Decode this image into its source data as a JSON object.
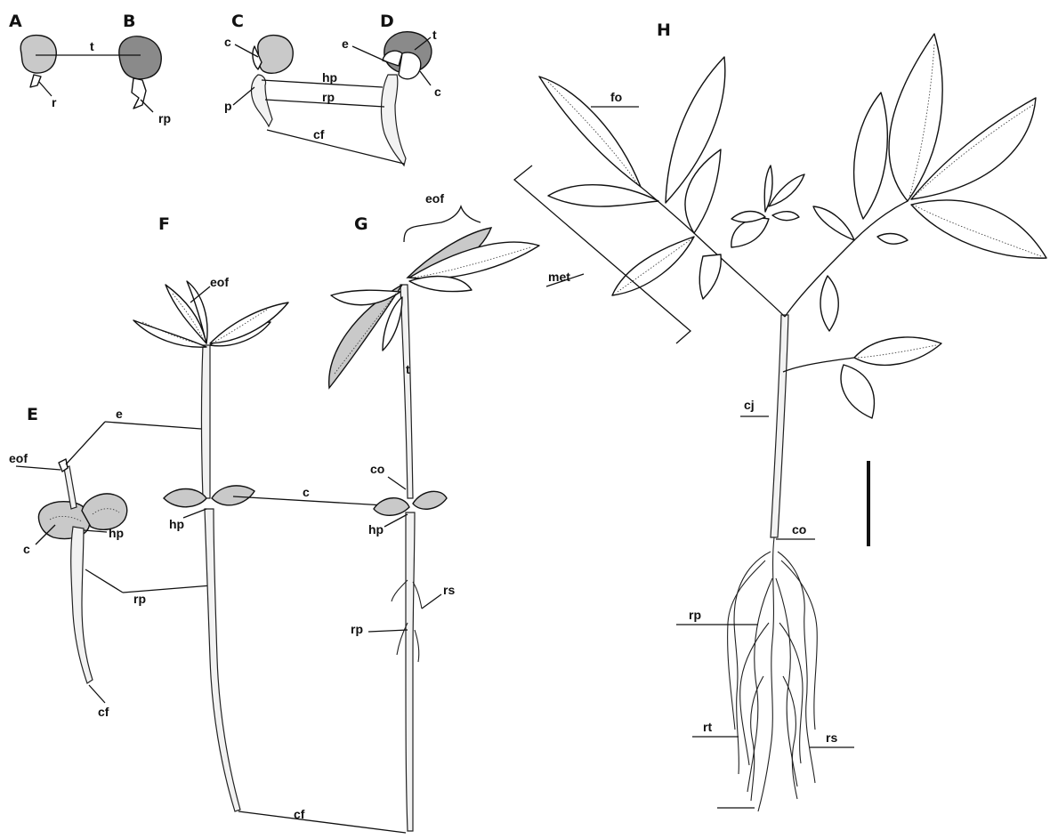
{
  "panels": {
    "A": "A",
    "B": "B",
    "C": "C",
    "D": "D",
    "E": "E",
    "F": "F",
    "G": "G",
    "H": "H"
  },
  "labels": {
    "t": "t",
    "r": "r",
    "rp": "rp",
    "c": "c",
    "e": "e",
    "hp": "hp",
    "p": "p",
    "cf": "cf",
    "eof": "eof",
    "co": "co",
    "rs": "rs",
    "fo": "fo",
    "met": "met",
    "cj": "cj",
    "rt": "rt"
  }
}
